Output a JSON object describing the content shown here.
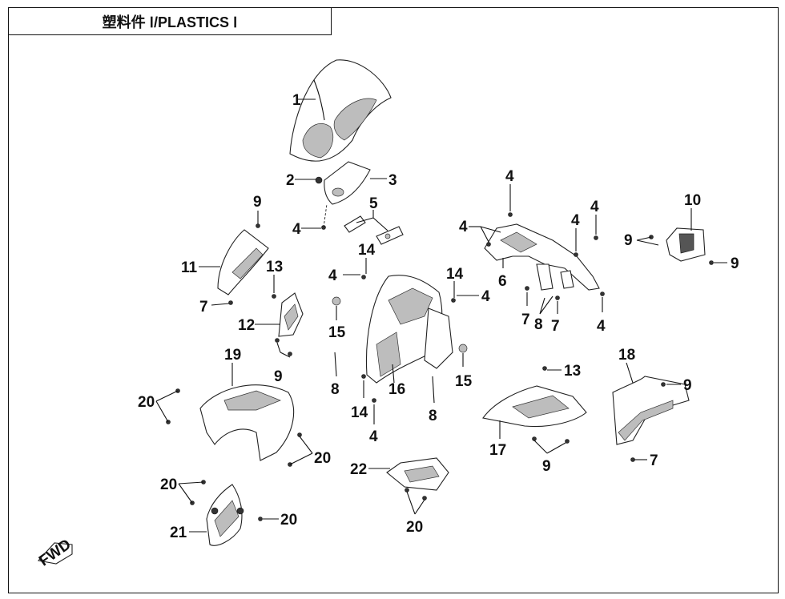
{
  "title": "塑料件 Ⅰ/PLASTICS Ⅰ",
  "fwd_label": "FWD",
  "callouts": [
    "1",
    "2",
    "3",
    "4",
    "4",
    "5",
    "4",
    "6",
    "4",
    "4",
    "7",
    "8",
    "7",
    "4",
    "9",
    "10",
    "9",
    "9",
    "11",
    "7",
    "13",
    "12",
    "9",
    "14",
    "4",
    "14",
    "4",
    "15",
    "8",
    "16",
    "14",
    "4",
    "15",
    "8",
    "19",
    "20",
    "20",
    "17",
    "13",
    "9",
    "18",
    "9",
    "7",
    "22",
    "20",
    "20",
    "21",
    "20"
  ]
}
